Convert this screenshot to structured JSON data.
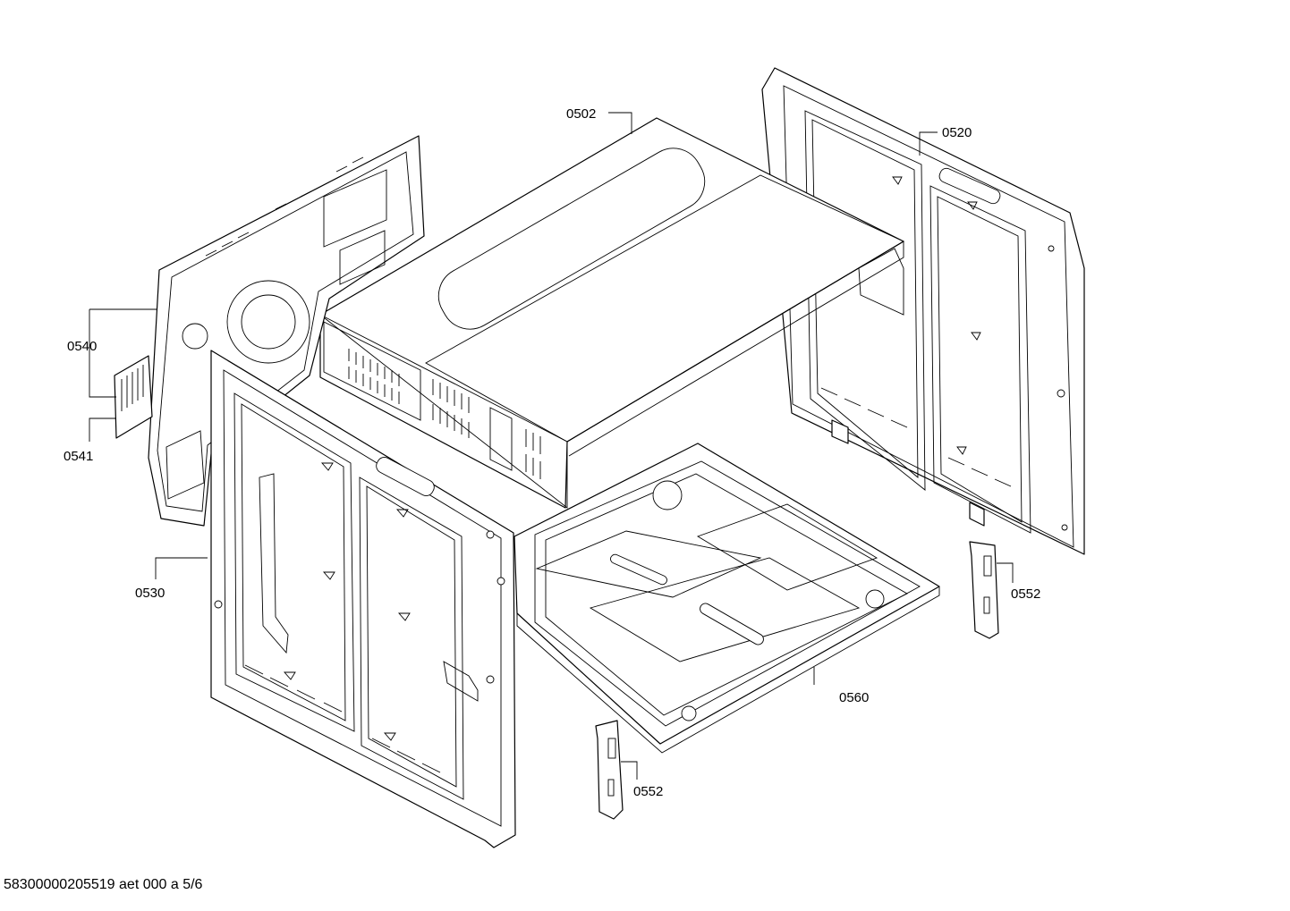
{
  "diagram": {
    "parts": [
      {
        "id": "0502"
      },
      {
        "id": "0520"
      },
      {
        "id": "0530"
      },
      {
        "id": "0540"
      },
      {
        "id": "0541"
      },
      {
        "id": "0552"
      },
      {
        "id": "0552"
      },
      {
        "id": "0560"
      }
    ]
  },
  "footer": {
    "document_code": "58300000205519 aet 000 a 5/6"
  }
}
